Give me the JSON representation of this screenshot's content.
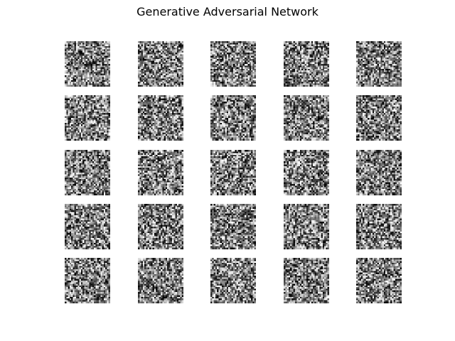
{
  "figure": {
    "title": "Generative Adversarial Network"
  },
  "samples": {
    "rows": 5,
    "columns": 5,
    "tile_resolution": 28,
    "colormap": "gray",
    "content": "random noise"
  }
}
